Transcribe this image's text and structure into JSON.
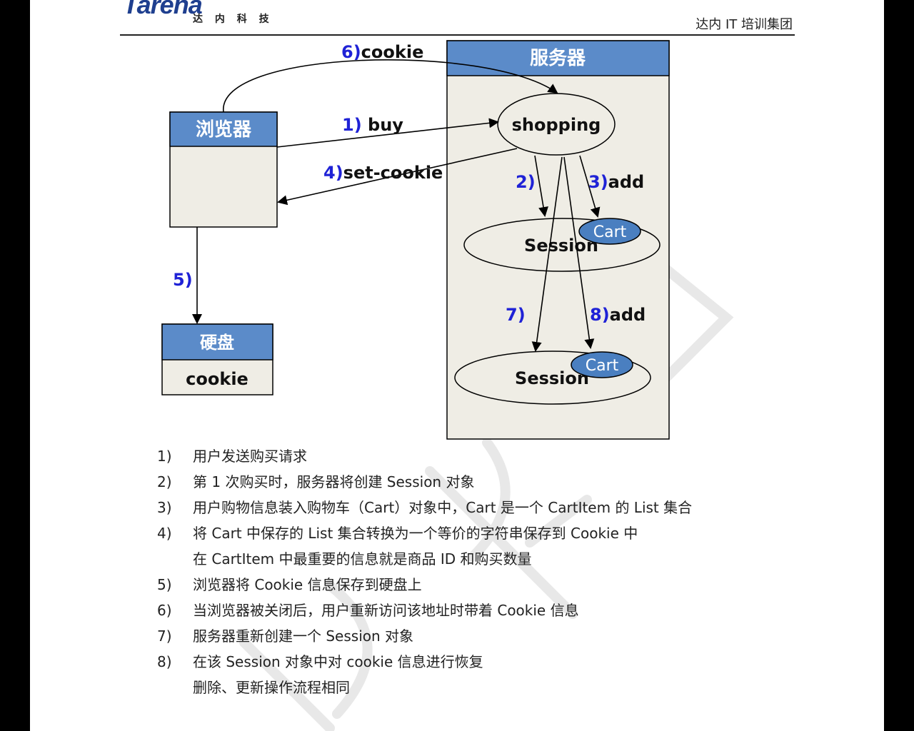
{
  "header": {
    "logo_text_main": "Tarena",
    "logo_text_sub": "达 内 科 技",
    "company": "达内 IT 培训集团"
  },
  "diagram": {
    "browser_box": {
      "title": "浏览器"
    },
    "disk_box": {
      "title": "硬盘",
      "content": "cookie"
    },
    "server_box": {
      "title": "服务器"
    },
    "shopping_node": "shopping",
    "session_top": {
      "label": "Session",
      "cart": "Cart"
    },
    "session_bottom": {
      "label": "Session",
      "cart": "Cart"
    },
    "arrows": [
      {
        "num": "6)",
        "text": "cookie"
      },
      {
        "num": "1)",
        "text": " buy"
      },
      {
        "num": "4)",
        "text": "set-cookie"
      },
      {
        "num": "2)",
        "text": ""
      },
      {
        "num": "3)",
        "text": "add"
      },
      {
        "num": "5)",
        "text": ""
      },
      {
        "num": "7)",
        "text": ""
      },
      {
        "num": "8)",
        "text": "add"
      }
    ],
    "colors": {
      "box_header": "#5b8bc9",
      "box_body": "#efede5",
      "number_label": "#1f22d6",
      "cart_fill": "#4a7fc0"
    }
  },
  "steps": [
    {
      "num": "1)",
      "text": "用户发送购买请求"
    },
    {
      "num": "2)",
      "text": "第 1 次购买时，服务器将创建 Session 对象"
    },
    {
      "num": "3)",
      "text": "用户购物信息装入购物车（Cart）对象中，Cart 是一个 CartItem 的 List 集合"
    },
    {
      "num": "4)",
      "text": "将 Cart 中保存的 List 集合转换为一个等价的字符串保存到 Cookie 中"
    },
    {
      "num": "",
      "text": "在 CartItem 中最重要的信息就是商品 ID 和购买数量"
    },
    {
      "num": "5)",
      "text": "浏览器将 Cookie 信息保存到硬盘上"
    },
    {
      "num": "6)",
      "text": "当浏览器被关闭后，用户重新访问该地址时带着 Cookie 信息"
    },
    {
      "num": "7)",
      "text": "服务器重新创建一个 Session 对象"
    },
    {
      "num": "8)",
      "text": "在该 Session 对象中对 cookie 信息进行恢复"
    },
    {
      "num": "",
      "text": "删除、更新操作流程相同"
    }
  ]
}
